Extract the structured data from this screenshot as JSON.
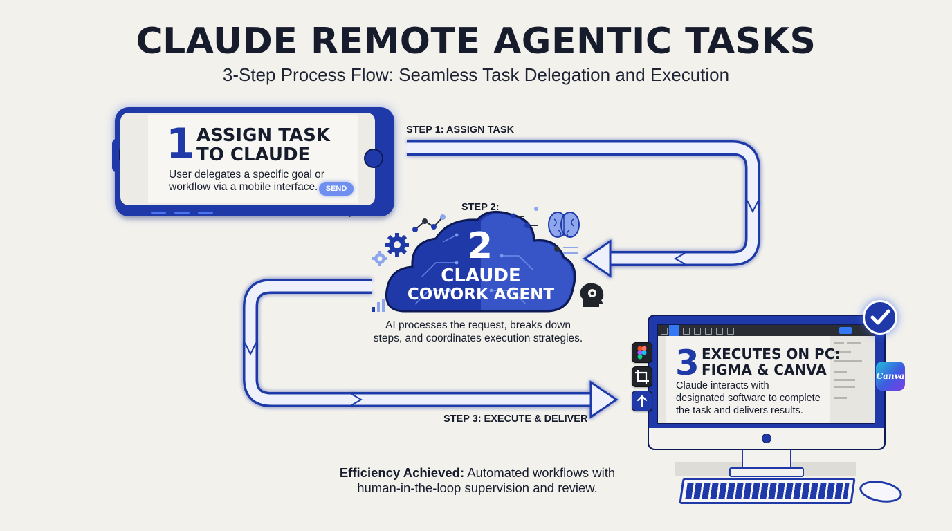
{
  "title": "CLAUDE REMOTE AGENTIC TASKS",
  "subtitle": "3-Step Process Flow: Seamless Task Delegation and Execution",
  "step1": {
    "number": "1",
    "title_line1": "ASSIGN TASK",
    "title_line2": "TO CLAUDE",
    "desc_line1": "User delegates a specific goal or",
    "desc_line2": "workflow via a mobile interface.",
    "send_label": "SEND",
    "arrow_label": "STEP 1: ASSIGN TASK"
  },
  "step2": {
    "label": "STEP 2:",
    "number": "2",
    "title_line1": "CLAUDE",
    "title_line2": "COWORK AGENT",
    "desc_line1": "AI processes the request, breaks down",
    "desc_line2": "steps, and coordinates execution strategies."
  },
  "step3": {
    "number": "3",
    "title_line1": "EXECUTES ON PC:",
    "title_line2": "FIGMA & CANVA",
    "desc_line1": "Claude interacts with",
    "desc_line2": "designated software to complete",
    "desc_line3": "the task and delivers results.",
    "arrow_label": "STEP 3: EXECUTE & DELIVER",
    "canva_logo": "Canva"
  },
  "footer": {
    "bold": "Efficiency Achieved:",
    "rest": " Automated workflows with",
    "line2": "human-in-the-loop supervision and review."
  },
  "colors": {
    "accent": "#1f3aa8",
    "accent_light": "#6f8ff0",
    "background": "#f2f1ec",
    "text": "#161c2c"
  },
  "icons": [
    "gear-icon",
    "brain-icon",
    "head-gear-icon",
    "network-icon",
    "bar-chart-icon",
    "checkmark-icon",
    "figma-icon",
    "crop-icon",
    "upload-icon",
    "cursor-icon"
  ]
}
